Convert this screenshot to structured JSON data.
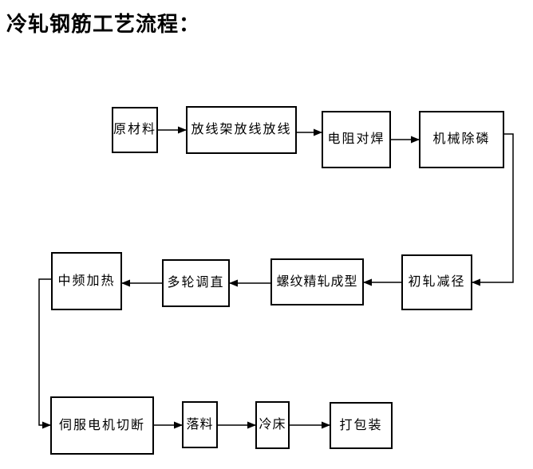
{
  "title": "冷轧钢筋工艺流程：",
  "colors": {
    "background": "#ffffff",
    "line": "#000000",
    "text": "#000000"
  },
  "flow": {
    "nodes": [
      {
        "id": "raw-material",
        "label": "原材料"
      },
      {
        "id": "payoff-rack",
        "label": "放线架放线放线"
      },
      {
        "id": "resistance-butt-welding",
        "label": "电阻对焊"
      },
      {
        "id": "mechanical-descaling",
        "label": "机械除磷"
      },
      {
        "id": "initial-rolling-reduction",
        "label": "初轧减径"
      },
      {
        "id": "thread-precision-rolling",
        "label": "螺纹精轧成型"
      },
      {
        "id": "multi-roller-straightening",
        "label": "多轮调直"
      },
      {
        "id": "medium-frequency-heating",
        "label": "中频加热"
      },
      {
        "id": "servo-motor-cutting",
        "label": "伺服电机切断"
      },
      {
        "id": "blanking",
        "label": "落料"
      },
      {
        "id": "cooling-bed",
        "label": "冷床"
      },
      {
        "id": "packing",
        "label": "打包装"
      }
    ],
    "edges": [
      {
        "from": "raw-material",
        "to": "payoff-rack"
      },
      {
        "from": "payoff-rack",
        "to": "resistance-butt-welding"
      },
      {
        "from": "resistance-butt-welding",
        "to": "mechanical-descaling"
      },
      {
        "from": "mechanical-descaling",
        "to": "initial-rolling-reduction"
      },
      {
        "from": "initial-rolling-reduction",
        "to": "thread-precision-rolling"
      },
      {
        "from": "thread-precision-rolling",
        "to": "multi-roller-straightening"
      },
      {
        "from": "multi-roller-straightening",
        "to": "medium-frequency-heating"
      },
      {
        "from": "medium-frequency-heating",
        "to": "servo-motor-cutting"
      },
      {
        "from": "servo-motor-cutting",
        "to": "blanking"
      },
      {
        "from": "blanking",
        "to": "cooling-bed"
      },
      {
        "from": "cooling-bed",
        "to": "packing"
      }
    ]
  }
}
